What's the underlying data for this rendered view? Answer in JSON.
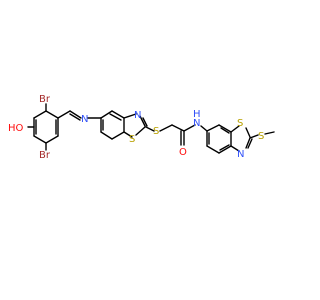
{
  "molecule": {
    "atom_colors": {
      "Br": "#a52a2a",
      "O": "#ff0d0d",
      "H": "#ff0d0d",
      "N": "#3050f8",
      "S": "#b8a100",
      "bond": "#000000"
    },
    "labels": {
      "br_top": "Br",
      "br_bottom": "Br",
      "ho": "HO",
      "n_imine": "N",
      "n_thiazole_left": "N",
      "s_thiazole_left": "S",
      "s_thioether": "S",
      "o_carbonyl": "O",
      "nh_amide": "N",
      "h_amide": "H",
      "s_thiazole_right": "S",
      "n_thiazole_right": "N",
      "s_methylthio": "S"
    }
  }
}
